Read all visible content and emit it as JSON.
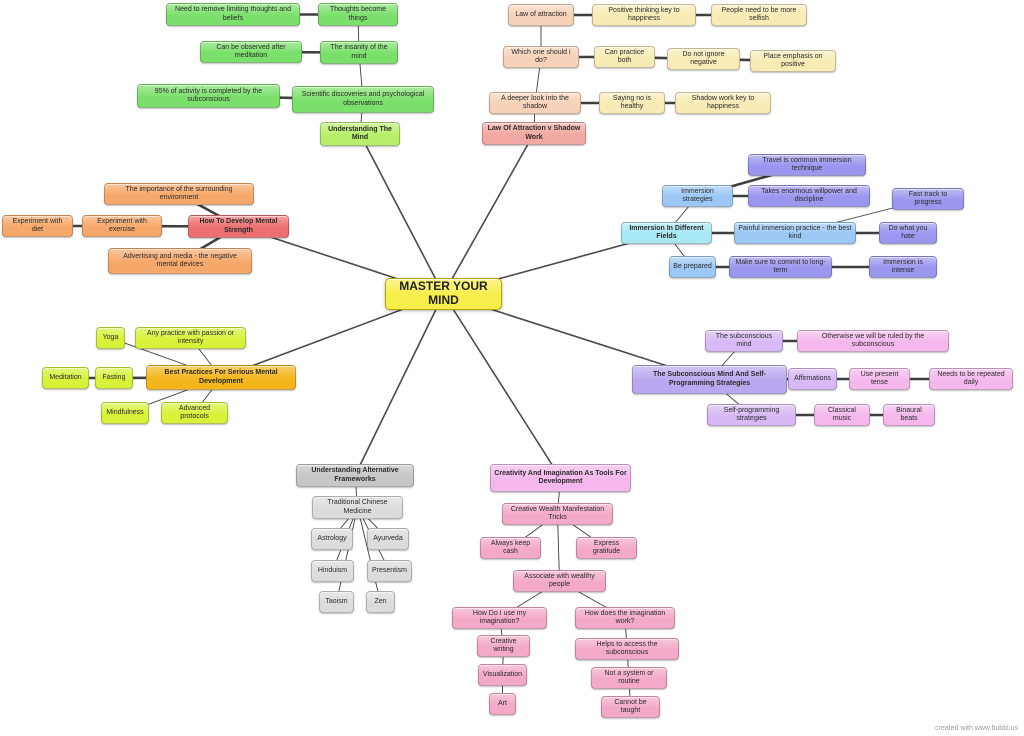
{
  "palette": {
    "root": "#f8ee4a",
    "greenDark": "#7be06b",
    "greenLight": "#b8ef6a",
    "peach": "#f7d1b8",
    "peachRed": "#f2a9a3",
    "beige": "#f8ebb5",
    "orange": "#f6a86a",
    "red": "#ee6f6f",
    "lime": "#d8f23a",
    "gold": "#f5b51c",
    "cyan": "#a9e8f5",
    "blue": "#9cc8f6",
    "indigo": "#9b97ef",
    "lavender": "#d8b8f5",
    "purpleMid": "#b9a8f0",
    "pinkLight": "#f4b8ec",
    "pink": "#f3a9c7",
    "grayLight": "#dcdcdc",
    "gray": "#c6c6c6"
  },
  "root": {
    "id": "root",
    "label": "MASTER YOUR MIND",
    "color": "root"
  },
  "nodes": [
    {
      "id": "um",
      "label": "Understanding The Mind",
      "color": "greenLight",
      "branch": true
    },
    {
      "id": "um1",
      "label": "Thoughts become things",
      "color": "greenDark"
    },
    {
      "id": "um1a",
      "label": "Need to remove limiting thoughts and beliefs",
      "color": "greenDark"
    },
    {
      "id": "um2",
      "label": "The insanity of the mind",
      "color": "greenDark"
    },
    {
      "id": "um2a",
      "label": "Can be observed after meditation",
      "color": "greenDark"
    },
    {
      "id": "um3",
      "label": "Scientific discoveries and psychological observations",
      "color": "greenDark"
    },
    {
      "id": "um3a",
      "label": "95% of activity is completed by the subconscious",
      "color": "greenDark"
    },
    {
      "id": "la",
      "label": "Law Of Attraction v Shadow Work",
      "color": "peachRed",
      "branch": true
    },
    {
      "id": "la1",
      "label": "Law of attraction",
      "color": "peach"
    },
    {
      "id": "la1a",
      "label": "Positive thinking key to happiness",
      "color": "beige"
    },
    {
      "id": "la1b",
      "label": "People need to be more selfish",
      "color": "beige"
    },
    {
      "id": "la2",
      "label": "Which one should i do?",
      "color": "peach"
    },
    {
      "id": "la2a",
      "label": "Can practice both",
      "color": "beige"
    },
    {
      "id": "la2b",
      "label": "Do not ignore negative",
      "color": "beige"
    },
    {
      "id": "la2c",
      "label": "Place emphasis on positive",
      "color": "beige"
    },
    {
      "id": "la3",
      "label": "A deeper look into the shadow",
      "color": "peach"
    },
    {
      "id": "la3a",
      "label": "Saying no is healthy",
      "color": "beige"
    },
    {
      "id": "la3b",
      "label": "Shadow work key to happiness",
      "color": "beige"
    },
    {
      "id": "hd",
      "label": "How To Develop Mental Strength",
      "color": "red",
      "branch": true
    },
    {
      "id": "hd1",
      "label": "The importance of the surrounding environment",
      "color": "orange"
    },
    {
      "id": "hd2",
      "label": "Experiment with exercise",
      "color": "orange"
    },
    {
      "id": "hd2a",
      "label": "Experiment with diet",
      "color": "orange"
    },
    {
      "id": "hd3",
      "label": "Advertising and media - the negative mental devices",
      "color": "orange"
    },
    {
      "id": "bp",
      "label": "Best Practices For Serious Mental Development",
      "color": "gold",
      "branch": true
    },
    {
      "id": "bp1",
      "label": "Yoga",
      "color": "lime"
    },
    {
      "id": "bp2",
      "label": "Any practice with passion or intensity",
      "color": "lime"
    },
    {
      "id": "bp3",
      "label": "Fasting",
      "color": "lime"
    },
    {
      "id": "bp3a",
      "label": "Meditation",
      "color": "lime"
    },
    {
      "id": "bp4",
      "label": "Mindfulness",
      "color": "lime"
    },
    {
      "id": "bp5",
      "label": "Advanced protocols",
      "color": "lime"
    },
    {
      "id": "im",
      "label": "Immersion In Different Fields",
      "color": "cyan",
      "branch": true
    },
    {
      "id": "im1",
      "label": "Immersion strategies",
      "color": "blue"
    },
    {
      "id": "im1a",
      "label": "Travel is common immersion technique",
      "color": "indigo"
    },
    {
      "id": "im1b",
      "label": "Takes enormous willpower and discipline",
      "color": "indigo"
    },
    {
      "id": "im2",
      "label": "Painful immersion practice - the best kind",
      "color": "blue"
    },
    {
      "id": "im2a",
      "label": "Fast track to progress",
      "color": "indigo"
    },
    {
      "id": "im2b",
      "label": "Do what you hate",
      "color": "indigo"
    },
    {
      "id": "im3",
      "label": "Be prepared",
      "color": "blue"
    },
    {
      "id": "im3a",
      "label": "Make sure to commit to long-term",
      "color": "indigo"
    },
    {
      "id": "im3b",
      "label": "Immersion is intense",
      "color": "indigo"
    },
    {
      "id": "sc",
      "label": "The Subconscious Mind And Self-Programming Strategies",
      "color": "purpleMid",
      "branch": true
    },
    {
      "id": "sc1",
      "label": "The subconscious mind",
      "color": "lavender"
    },
    {
      "id": "sc1a",
      "label": "Otherwise we will be ruled by the subconscious",
      "color": "pinkLight"
    },
    {
      "id": "sc2",
      "label": "Affirmations",
      "color": "lavender"
    },
    {
      "id": "sc2a",
      "label": "Use present tense",
      "color": "pinkLight"
    },
    {
      "id": "sc2b",
      "label": "Needs to be repeated daily",
      "color": "pinkLight"
    },
    {
      "id": "sc3",
      "label": "Self-programming strategies",
      "color": "lavender"
    },
    {
      "id": "sc3a",
      "label": "Classical music",
      "color": "pinkLight"
    },
    {
      "id": "sc3b",
      "label": "Binaural beats",
      "color": "pinkLight"
    },
    {
      "id": "af",
      "label": "Understanding Alternative Frameworks",
      "color": "gray",
      "branch": true
    },
    {
      "id": "af1",
      "label": "Traditional Chinese Medicine",
      "color": "grayLight"
    },
    {
      "id": "af2",
      "label": "Astrology",
      "color": "grayLight"
    },
    {
      "id": "af3",
      "label": "Ayurveda",
      "color": "grayLight"
    },
    {
      "id": "af4",
      "label": "Hinduism",
      "color": "grayLight"
    },
    {
      "id": "af5",
      "label": "Presentism",
      "color": "grayLight"
    },
    {
      "id": "af6",
      "label": "Taoism",
      "color": "grayLight"
    },
    {
      "id": "af7",
      "label": "Zen",
      "color": "grayLight"
    },
    {
      "id": "ci",
      "label": "Creativity And Imagination As Tools For Development",
      "color": "pinkLight",
      "branch": true
    },
    {
      "id": "ci1",
      "label": "Creative Wealth Manifestation Tricks",
      "color": "pink"
    },
    {
      "id": "ci1a",
      "label": "Always keep cash",
      "color": "pink"
    },
    {
      "id": "ci1b",
      "label": "Express gratitude",
      "color": "pink"
    },
    {
      "id": "ci1c",
      "label": "Associate with wealthy people",
      "color": "pink"
    },
    {
      "id": "ci2",
      "label": "How Do I use my imagination?",
      "color": "pink"
    },
    {
      "id": "ci2a",
      "label": "Creative writing",
      "color": "pink"
    },
    {
      "id": "ci2b",
      "label": "Visualization",
      "color": "pink"
    },
    {
      "id": "ci2c",
      "label": "Art",
      "color": "pink"
    },
    {
      "id": "ci3",
      "label": "How does the imagination work?",
      "color": "pink"
    },
    {
      "id": "ci3a",
      "label": "Helps to access the subconscious",
      "color": "pink"
    },
    {
      "id": "ci3b",
      "label": "Not a system or routine",
      "color": "pink"
    },
    {
      "id": "ci3c",
      "label": "Cannot be taught",
      "color": "pink"
    }
  ],
  "edges": [
    [
      "root",
      "um"
    ],
    [
      "root",
      "la"
    ],
    [
      "root",
      "hd"
    ],
    [
      "root",
      "bp"
    ],
    [
      "root",
      "im"
    ],
    [
      "root",
      "sc"
    ],
    [
      "root",
      "af"
    ],
    [
      "root",
      "ci"
    ],
    [
      "um",
      "um3"
    ],
    [
      "um3",
      "um2"
    ],
    [
      "um2",
      "um1"
    ],
    [
      "um1",
      "um1a"
    ],
    [
      "um2",
      "um2a"
    ],
    [
      "um3",
      "um3a"
    ],
    [
      "la",
      "la3"
    ],
    [
      "la3",
      "la2"
    ],
    [
      "la2",
      "la1"
    ],
    [
      "la1",
      "la1a"
    ],
    [
      "la1a",
      "la1b"
    ],
    [
      "la2",
      "la2a"
    ],
    [
      "la2a",
      "la2b"
    ],
    [
      "la2b",
      "la2c"
    ],
    [
      "la3",
      "la3a"
    ],
    [
      "la3a",
      "la3b"
    ],
    [
      "hd",
      "hd1"
    ],
    [
      "hd",
      "hd2"
    ],
    [
      "hd2",
      "hd2a"
    ],
    [
      "hd",
      "hd3"
    ],
    [
      "bp",
      "bp1"
    ],
    [
      "bp",
      "bp2"
    ],
    [
      "bp",
      "bp3"
    ],
    [
      "bp3",
      "bp3a"
    ],
    [
      "bp",
      "bp4"
    ],
    [
      "bp",
      "bp5"
    ],
    [
      "im",
      "im1"
    ],
    [
      "im1",
      "im1a"
    ],
    [
      "im1",
      "im1b"
    ],
    [
      "im",
      "im2"
    ],
    [
      "im2",
      "im2a"
    ],
    [
      "im2",
      "im2b"
    ],
    [
      "im",
      "im3"
    ],
    [
      "im3",
      "im3a"
    ],
    [
      "im3a",
      "im3b"
    ],
    [
      "sc",
      "sc1"
    ],
    [
      "sc1",
      "sc1a"
    ],
    [
      "sc",
      "sc2"
    ],
    [
      "sc2",
      "sc2a"
    ],
    [
      "sc2a",
      "sc2b"
    ],
    [
      "sc",
      "sc3"
    ],
    [
      "sc3",
      "sc3a"
    ],
    [
      "sc3a",
      "sc3b"
    ],
    [
      "af",
      "af1"
    ],
    [
      "af1",
      "af2"
    ],
    [
      "af1",
      "af3"
    ],
    [
      "af1",
      "af4"
    ],
    [
      "af1",
      "af5"
    ],
    [
      "af1",
      "af6"
    ],
    [
      "af1",
      "af7"
    ],
    [
      "ci",
      "ci1"
    ],
    [
      "ci1",
      "ci1a"
    ],
    [
      "ci1",
      "ci1b"
    ],
    [
      "ci1",
      "ci1c"
    ],
    [
      "ci1c",
      "ci2"
    ],
    [
      "ci1c",
      "ci3"
    ],
    [
      "ci2",
      "ci2a"
    ],
    [
      "ci2a",
      "ci2b"
    ],
    [
      "ci2b",
      "ci2c"
    ],
    [
      "ci3",
      "ci3a"
    ],
    [
      "ci3a",
      "ci3b"
    ],
    [
      "ci3b",
      "ci3c"
    ]
  ],
  "footer": {
    "credit": "created with www.bubbl.us"
  }
}
